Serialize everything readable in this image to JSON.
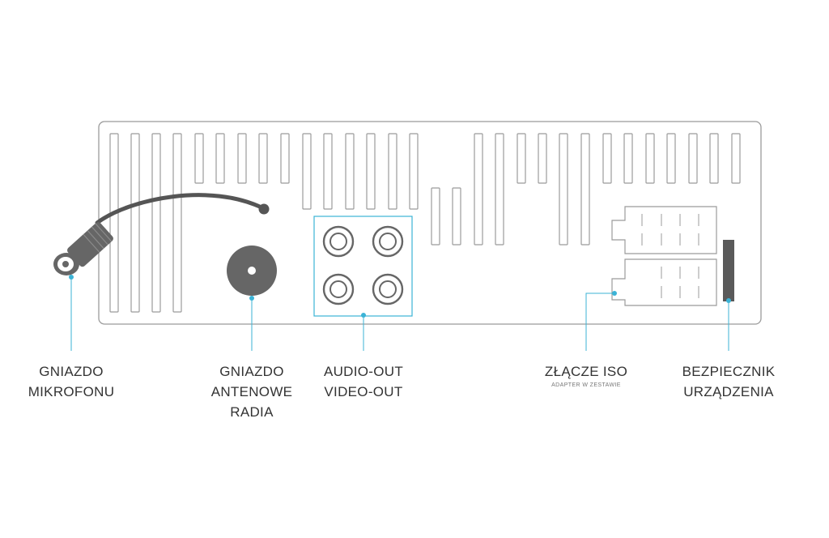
{
  "colors": {
    "outline": "#9b9b9b",
    "accent": "#3bb3d6",
    "dark": "#555555",
    "fuse": "#5a5a5a"
  },
  "labels": {
    "microphone": {
      "line1": "GNIAZDO",
      "line2": "MIKROFONU"
    },
    "antenna": {
      "line1": "GNIAZDO",
      "line2": "ANTENOWE",
      "line3": "RADIA"
    },
    "audio_video": {
      "line1": "AUDIO-OUT",
      "line2": "VIDEO-OUT"
    },
    "iso": {
      "line1": "ZŁĄCZE ISO",
      "sub": "ADAPTER W ZESTAWIE"
    },
    "fuse": {
      "line1": "BEZPIECZNIK",
      "line2": "URZĄDZENIA"
    }
  }
}
